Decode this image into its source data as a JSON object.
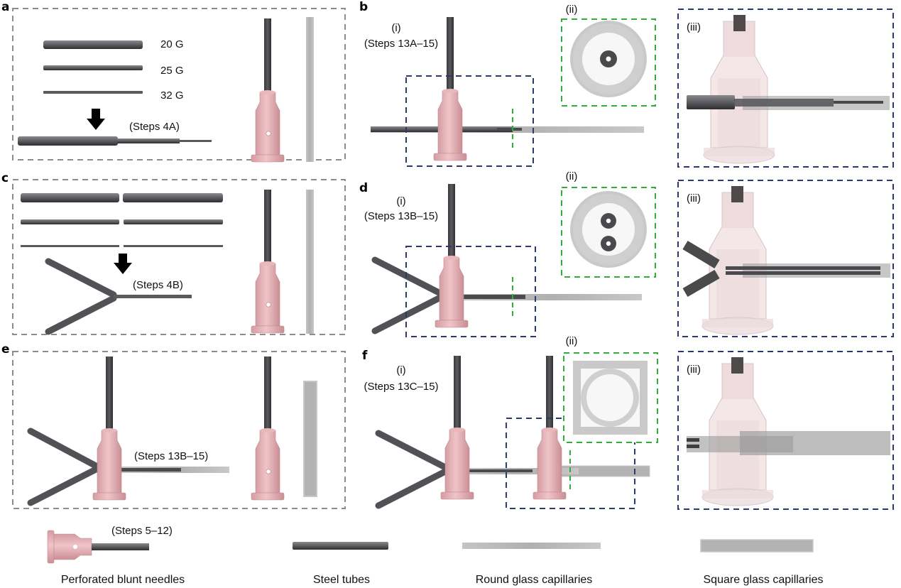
{
  "panels": {
    "a": {
      "letter": "a",
      "gauges": [
        "20 G",
        "25 G",
        "32 G"
      ],
      "steps": "(Steps 4A)"
    },
    "b": {
      "letter": "b",
      "sub_i": "(i)",
      "steps": "(Steps 13A–15)",
      "sub_ii": "(ii)",
      "sub_iii": "(iii)"
    },
    "c": {
      "letter": "c",
      "steps": "(Steps 4B)"
    },
    "d": {
      "letter": "d",
      "sub_i": "(i)",
      "steps": "(Steps 13B–15)",
      "sub_ii": "(ii)",
      "sub_iii": "(iii)"
    },
    "e": {
      "letter": "e",
      "steps": "(Steps 13B–15)"
    },
    "f": {
      "letter": "f",
      "sub_i": "(i)",
      "steps": "(Steps 13C–15)",
      "sub_ii": "(ii)",
      "sub_iii": "(iii)"
    }
  },
  "legend": {
    "needle_steps": "(Steps 5–12)",
    "items": [
      "Perforated blunt needles",
      "Steel tubes",
      "Round glass capillaries",
      "Square glass capillaries"
    ]
  },
  "colors": {
    "gray_box": "#8c8c8c",
    "blue_box": "#2a3a6a",
    "green_box": "#2fae3a",
    "needle_pink": "#e3b1b5",
    "steel": "#555558",
    "glass": "#b3b3b3"
  }
}
